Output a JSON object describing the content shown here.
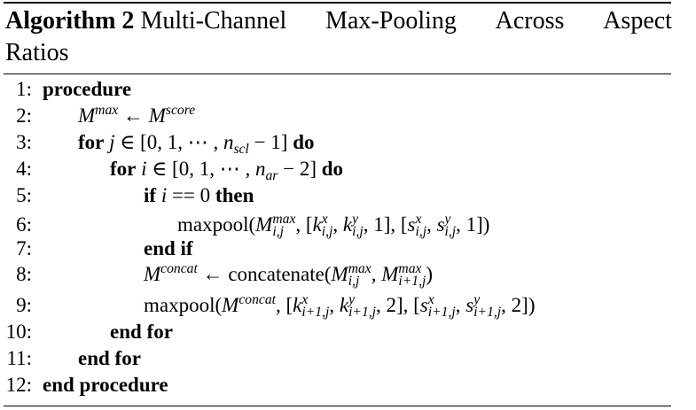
{
  "caption": {
    "label": "Algorithm 2",
    "title_words": [
      "Multi-Channel",
      "Max-Pooling",
      "Across",
      "Aspect"
    ],
    "title_line2": "Ratios"
  },
  "lines": [
    {
      "num": "1:",
      "kw": "procedure"
    },
    {
      "num": "2:",
      "text": "M^max ← M^score"
    },
    {
      "num": "3:",
      "kw_for": "for",
      "text": "j ∈ [0, 1, ⋯ , n_scl − 1]",
      "kw_do": "do"
    },
    {
      "num": "4:",
      "kw_for": "for",
      "text": "i ∈ [0, 1, ⋯ , n_ar − 2]",
      "kw_do": "do"
    },
    {
      "num": "5:",
      "kw_if": "if",
      "text": "i == 0",
      "kw_then": "then"
    },
    {
      "num": "6:",
      "fn": "maxpool",
      "text": "(M_{i,j}^max, [k_{i,j}^x, k_{i,j}^y, 1], [s_{i,j}^x, s_{i,j}^y, 1])"
    },
    {
      "num": "7:",
      "kw": "end if"
    },
    {
      "num": "8:",
      "fn": "concatenate",
      "text": "M^concat ← concatenate(M_{i,j}^max, M_{i+1,j}^max)"
    },
    {
      "num": "9:",
      "fn": "maxpool",
      "text": "(M^concat, [k_{i+1,j}^x, k_{i+1,j}^y, 2], [s_{i+1,j}^x, s_{i+1,j}^y, 2])"
    },
    {
      "num": "10:",
      "kw": "end for"
    },
    {
      "num": "11:",
      "kw": "end for"
    },
    {
      "num": "12:",
      "kw": "end procedure"
    }
  ]
}
